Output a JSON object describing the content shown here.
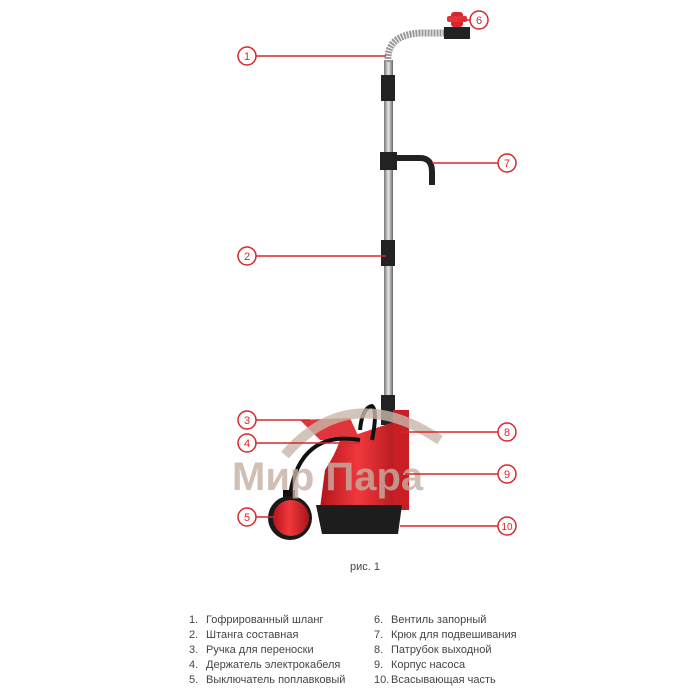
{
  "figure": {
    "caption": "рис. 1",
    "watermark": "Мир Пара",
    "accent_color": "#d9262c",
    "callouts": [
      "1",
      "2",
      "3",
      "4",
      "5",
      "6",
      "7",
      "8",
      "9",
      "10"
    ]
  },
  "legend": {
    "left": [
      {
        "num": "1.",
        "label": "Гофрированный шланг"
      },
      {
        "num": "2.",
        "label": "Штанга составная"
      },
      {
        "num": "3.",
        "label": "Ручка для переноски"
      },
      {
        "num": "4.",
        "label": "Держатель электрокабеля"
      },
      {
        "num": "5.",
        "label": "Выключатель поплавковый"
      }
    ],
    "right": [
      {
        "num": "6.",
        "label": "Вентиль запорный"
      },
      {
        "num": "7.",
        "label": "Крюк для подвешивания"
      },
      {
        "num": "8.",
        "label": "Патрубок выходной"
      },
      {
        "num": "9.",
        "label": "Корпус насоса"
      },
      {
        "num": "10.",
        "label": "Всасывающая часть"
      }
    ]
  }
}
